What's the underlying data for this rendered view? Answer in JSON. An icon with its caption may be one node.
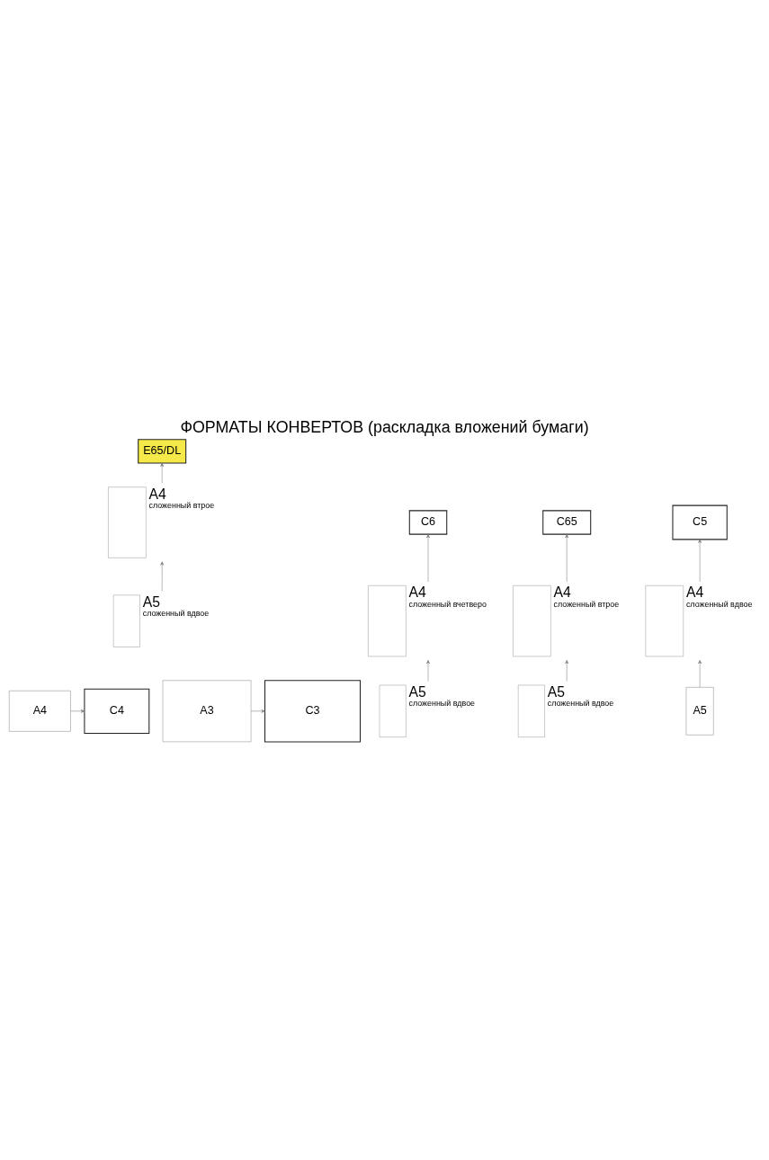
{
  "diagram": {
    "title": "ФОРМАТЫ КОНВЕРТОВ (раскладка вложений бумаги)",
    "nodes": [
      {
        "text": [
          "E65/DL"
        ]
      },
      {
        "text": [],
        "shape": "box",
        "beside": [
          "A4",
          "сложенный втрое"
        ]
      },
      {
        "text": [],
        "shape": "box",
        "beside": [
          "A5",
          "сложенный вдвое"
        ]
      },
      {
        "text": [
          "C6"
        ]
      },
      {
        "text": [],
        "shape": "box",
        "beside": [
          "A4",
          "сложенный вчетверо"
        ]
      },
      {
        "text": [],
        "shape": "box",
        "beside": [
          "A5",
          "сложенный вдвое"
        ]
      },
      {
        "text": [
          "C65"
        ]
      },
      {
        "text": [],
        "shape": "box",
        "beside": [
          "A4",
          "сложенный втрое"
        ]
      },
      {
        "text": [],
        "shape": "box",
        "beside": [
          "A5",
          "сложенный вдвое"
        ]
      },
      {
        "text": [
          "C5"
        ]
      },
      {
        "text": [],
        "shape": "box",
        "beside": [
          "A4",
          "сложенный вдвое"
        ]
      },
      {
        "text": [
          "A5"
        ]
      },
      {
        "text": [
          "C4"
        ]
      },
      {
        "text": [
          "A4"
        ]
      },
      {
        "text": [
          "C3"
        ]
      },
      {
        "text": [
          "A3"
        ]
      }
    ],
    "edges": [
      {
        "from": 1,
        "to": 0,
        "arrow": "to"
      },
      {
        "from": 2,
        "to": 1,
        "arrow": "to"
      },
      {
        "from": 4,
        "to": 3,
        "arrow": "to"
      },
      {
        "from": 5,
        "to": 4,
        "arrow": "to"
      },
      {
        "from": 7,
        "to": 6,
        "arrow": "to"
      },
      {
        "from": 8,
        "to": 7,
        "arrow": "to"
      },
      {
        "from": 10,
        "to": 9,
        "arrow": "to"
      },
      {
        "from": 11,
        "to": 10,
        "arrow": "to"
      },
      {
        "from": 13,
        "to": 12,
        "arrow": "to"
      },
      {
        "from": 15,
        "to": 14,
        "arrow": "to"
      }
    ]
  }
}
